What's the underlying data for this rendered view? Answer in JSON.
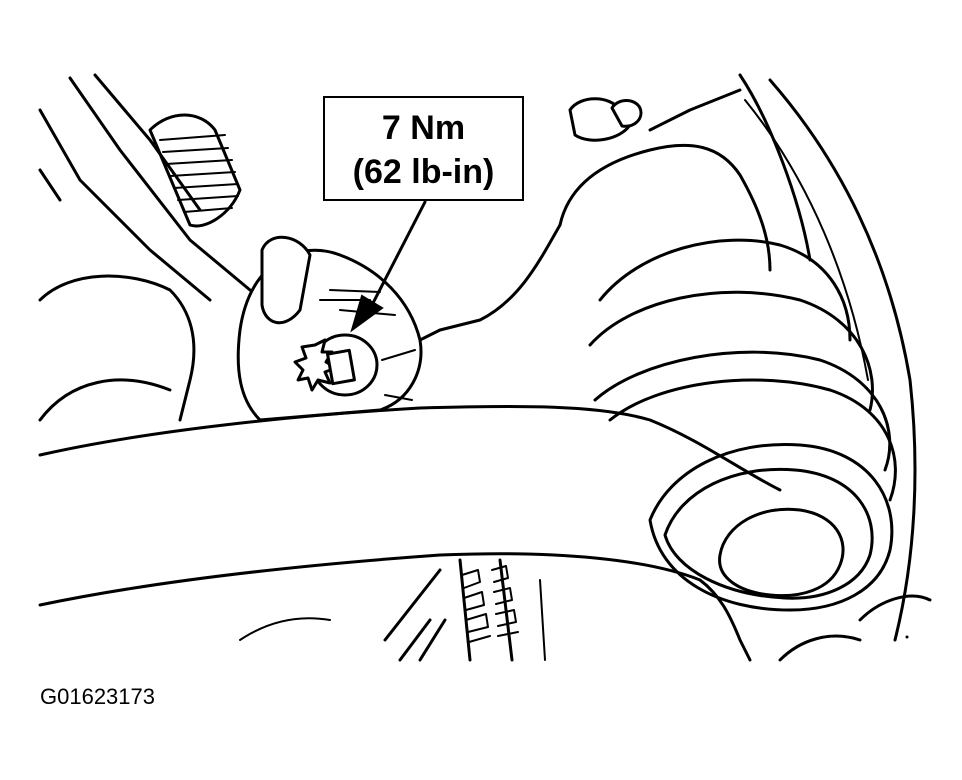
{
  "callout": {
    "torque_metric": "7 Nm",
    "torque_imperial": "(62 lb-in)"
  },
  "figure_id": "G01623173"
}
